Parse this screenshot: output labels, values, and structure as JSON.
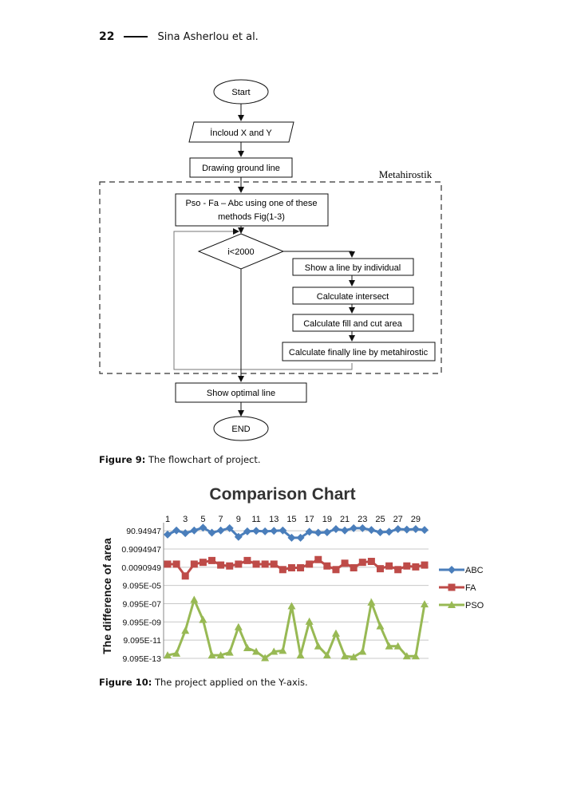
{
  "header": {
    "page_number": "22",
    "authors": "Sina Asherlou et al."
  },
  "flowchart": {
    "start": "Start",
    "input": "İncloud X and Y",
    "ground": "Drawing ground line",
    "region_label": "Metahirostik",
    "method_line1": "Pso - Fa – Abc using one of these",
    "method_line2": "methods Fig(1-3)",
    "decision": "i<2000",
    "step1": "Show a line by individual",
    "step2": "Calculate intersect",
    "step3": "Calculate fill and cut area",
    "step4": "Calculate finally line by metahirostic",
    "optimal": "Show optimal line",
    "end": "END"
  },
  "figure9_caption": {
    "label": "Figure 9:",
    "text": " The flowchart of project."
  },
  "figure10_caption": {
    "label": "Figure 10:",
    "text": " The project applied on the Y-axis."
  },
  "chart_data": {
    "type": "line",
    "title": "Comparison Chart",
    "ylabel": "The difference of area",
    "xlabel": "",
    "x": [
      1,
      2,
      3,
      4,
      5,
      6,
      7,
      8,
      9,
      10,
      11,
      12,
      13,
      14,
      15,
      16,
      17,
      18,
      19,
      20,
      21,
      22,
      23,
      24,
      25,
      26,
      27,
      28,
      29,
      30
    ],
    "x_tick_labels": [
      "1",
      "3",
      "5",
      "7",
      "9",
      "11",
      "13",
      "15",
      "17",
      "19",
      "21",
      "23",
      "25",
      "27",
      "29"
    ],
    "x_axis_position": "top",
    "y_scale": "log",
    "y_tick_labels": [
      "9.095E-13",
      "9.095E-11",
      "9.095E-09",
      "9.095E-07",
      "9.095E-05",
      "0.0090949",
      "0.9094947",
      "90.94947"
    ],
    "y_tick_log10": [
      -12.041,
      -10.041,
      -8.041,
      -6.041,
      -4.041,
      -2.041,
      -0.041,
      1.959
    ],
    "ylim_log10": [
      -12.041,
      2.5
    ],
    "grid": "horizontal",
    "legend_position": "right",
    "colors": {
      "ABC": "#4a7ebb",
      "FA": "#be4b48",
      "PSO": "#98b954"
    },
    "series": [
      {
        "name": "ABC",
        "marker": "diamond",
        "log10_values": [
          1.55,
          2.0,
          1.7,
          2.0,
          2.3,
          1.75,
          2.0,
          2.25,
          1.3,
          1.9,
          1.95,
          1.9,
          1.95,
          2.0,
          1.2,
          1.2,
          1.85,
          1.75,
          1.8,
          2.15,
          2.0,
          2.25,
          2.25,
          2.05,
          1.8,
          1.85,
          2.15,
          2.1,
          2.15,
          2.05
        ]
      },
      {
        "name": "FA",
        "marker": "square",
        "log10_values": [
          -1.7,
          -1.7,
          -3.0,
          -1.7,
          -1.5,
          -1.3,
          -1.8,
          -1.9,
          -1.7,
          -1.3,
          -1.7,
          -1.7,
          -1.7,
          -2.3,
          -2.1,
          -2.1,
          -1.7,
          -1.2,
          -1.9,
          -2.3,
          -1.6,
          -2.1,
          -1.5,
          -1.4,
          -2.2,
          -1.9,
          -2.3,
          -1.9,
          -2.0,
          -1.8
        ]
      },
      {
        "name": "PSO",
        "marker": "triangle",
        "log10_values": [
          -11.7,
          -11.5,
          -9.0,
          -5.6,
          -7.8,
          -11.7,
          -11.7,
          -11.4,
          -8.6,
          -10.9,
          -11.3,
          -12.0,
          -11.3,
          -11.2,
          -6.3,
          -11.7,
          -8.0,
          -10.7,
          -11.7,
          -9.3,
          -11.8,
          -11.9,
          -11.3,
          -5.9,
          -8.5,
          -10.7,
          -10.7,
          -11.8,
          -11.8,
          -6.1
        ]
      }
    ]
  }
}
